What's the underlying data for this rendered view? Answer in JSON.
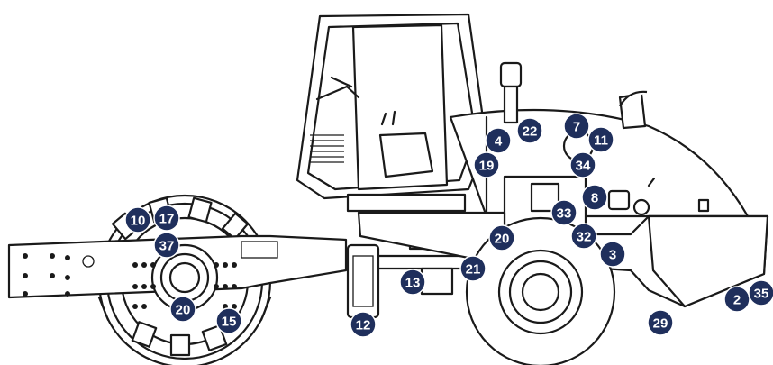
{
  "diagram": {
    "subject": "single-drum soil compactor roller, side view",
    "callout_color": "#1f2f5c",
    "callouts": [
      {
        "id": "c4",
        "label": "4"
      },
      {
        "id": "c22",
        "label": "22"
      },
      {
        "id": "c7",
        "label": "7"
      },
      {
        "id": "c11",
        "label": "11"
      },
      {
        "id": "c19",
        "label": "19"
      },
      {
        "id": "c34",
        "label": "34"
      },
      {
        "id": "c8",
        "label": "8"
      },
      {
        "id": "c10",
        "label": "10"
      },
      {
        "id": "c17",
        "label": "17"
      },
      {
        "id": "c33",
        "label": "33"
      },
      {
        "id": "c37",
        "label": "37"
      },
      {
        "id": "c20a",
        "label": "20"
      },
      {
        "id": "c32",
        "label": "32"
      },
      {
        "id": "c3",
        "label": "3"
      },
      {
        "id": "c21",
        "label": "21"
      },
      {
        "id": "c13",
        "label": "13"
      },
      {
        "id": "c20b",
        "label": "20"
      },
      {
        "id": "c15",
        "label": "15"
      },
      {
        "id": "c12",
        "label": "12"
      },
      {
        "id": "c29",
        "label": "29"
      },
      {
        "id": "c2",
        "label": "2"
      },
      {
        "id": "c35",
        "label": "35"
      }
    ]
  }
}
